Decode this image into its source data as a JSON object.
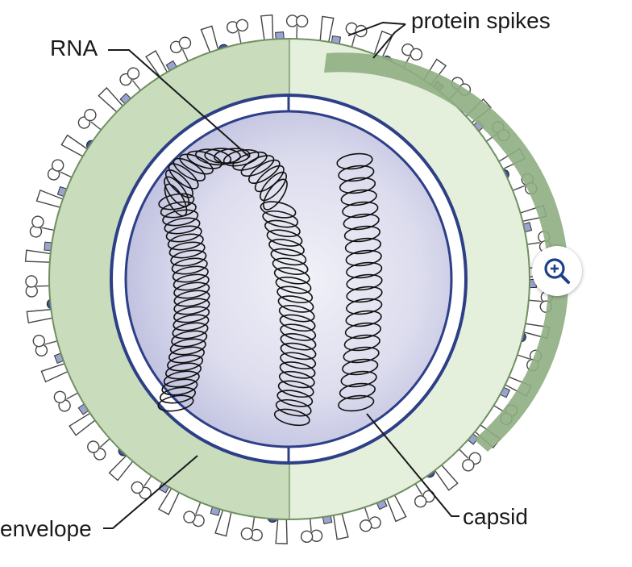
{
  "labels": {
    "rna": "RNA",
    "protein_spikes": "protein spikes",
    "envelope": "envelope",
    "capsid": "capsid"
  },
  "icons": {
    "zoom": "zoom-in-icon"
  },
  "colors": {
    "envelope_left": "#c9dcbc",
    "envelope_right": "#e4efdc",
    "matrix_dark": "#8fae82",
    "capsid_outline": "#2d3f86",
    "capsid_fill": "#d7d9ee",
    "rna_stroke": "#111111",
    "accent": "#1d3f8c"
  }
}
